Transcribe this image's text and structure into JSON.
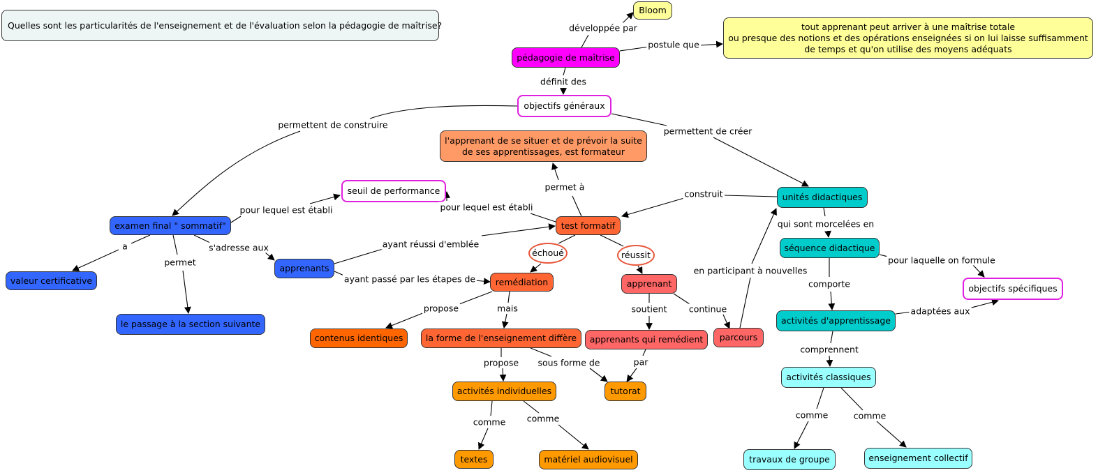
{
  "question": "Quelles sont les particularités de l'enseignement et de l'évaluation selon la pédagogie de maîtrise?",
  "colors": {
    "magenta": "#ff00ff",
    "yellow": "#ffff99",
    "blue": "#3366ff",
    "orange": "#ff6633",
    "salmon": "#ff9966",
    "red": "#ff6666",
    "amber": "#ff9900",
    "dark_orange": "#ff6600",
    "teal": "#00cccc",
    "light_cyan": "#99ffff",
    "pink_outline": "#e020e0"
  },
  "nodes": {
    "bloom": "Bloom",
    "maitrise_totale": [
      "tout apprenant peut arriver à une maîtrise totale",
      "ou presque des notions et des opérations enseignées si on lui laisse suffisamment",
      "de temps et qu'on utilise des moyens adéquats"
    ],
    "pedagogie": "pédagogie de maîtrise",
    "objectifs_generaux": "objectifs généraux",
    "situer": [
      "l'apprenant de se situer et de prévoir la suite",
      "de ses apprentissages, est formateur"
    ],
    "seuil": "seuil de performance",
    "examen": "examen final \" sommatif\"",
    "test": "test formatif",
    "unites": "unités didactiques",
    "sequence": "séquence didactique",
    "objectifs_specifiques": "objectifs spécifiques",
    "valeur": "valeur certificative",
    "passage": "le passage à la section suivante",
    "apprenants": "apprenants",
    "echoue": "échoué",
    "reussit": "réussit",
    "remediation": "remédiation",
    "apprenant": "apprenant",
    "contenus": "contenus identiques",
    "forme": "la forme de l'enseignement diffère",
    "remedient": "apprenants qui remédient",
    "parcours": "parcours",
    "activites_apprentissage": "activités d'apprentissage",
    "activites_individuelles": "activités individuelles",
    "tutorat": "tutorat",
    "activites_classiques": "activités classiques",
    "textes": "textes",
    "materiel": "matériel audiovisuel",
    "travaux": "travaux de groupe",
    "collectif": "enseignement collectif"
  },
  "links": {
    "developpee_par": "développée par",
    "postule_que": "postule que",
    "definit_des": "définit des",
    "permettent_construire": "permettent de construire",
    "permettent_creer": "permettent de créer",
    "permet_a": "permet à",
    "pour_lequel_1": "pour lequel est établi",
    "pour_lequel_2": "pour lequel est établi",
    "construit": "construit",
    "qui_sont": "qui sont morcelées en",
    "a": "a",
    "permet": "permet",
    "s_adresse": "s'adresse aux",
    "ayant_reussi": "ayant réussi d'emblée",
    "ayant_passe": "ayant passé par les étapes de",
    "pour_laquelle": "pour laquelle on formule",
    "comporte": "comporte",
    "adaptees": "adaptées aux",
    "en_participant": "en participant à nouvelles",
    "propose_1": "propose",
    "mais": "mais",
    "soutient": "soutient",
    "continue": "continue",
    "comprennent": "comprennent",
    "propose_2": "propose",
    "sous_forme": "sous forme de",
    "par": "par",
    "comme_1": "comme",
    "comme_2": "comme",
    "comme_3": "comme",
    "comme_4": "comme"
  }
}
